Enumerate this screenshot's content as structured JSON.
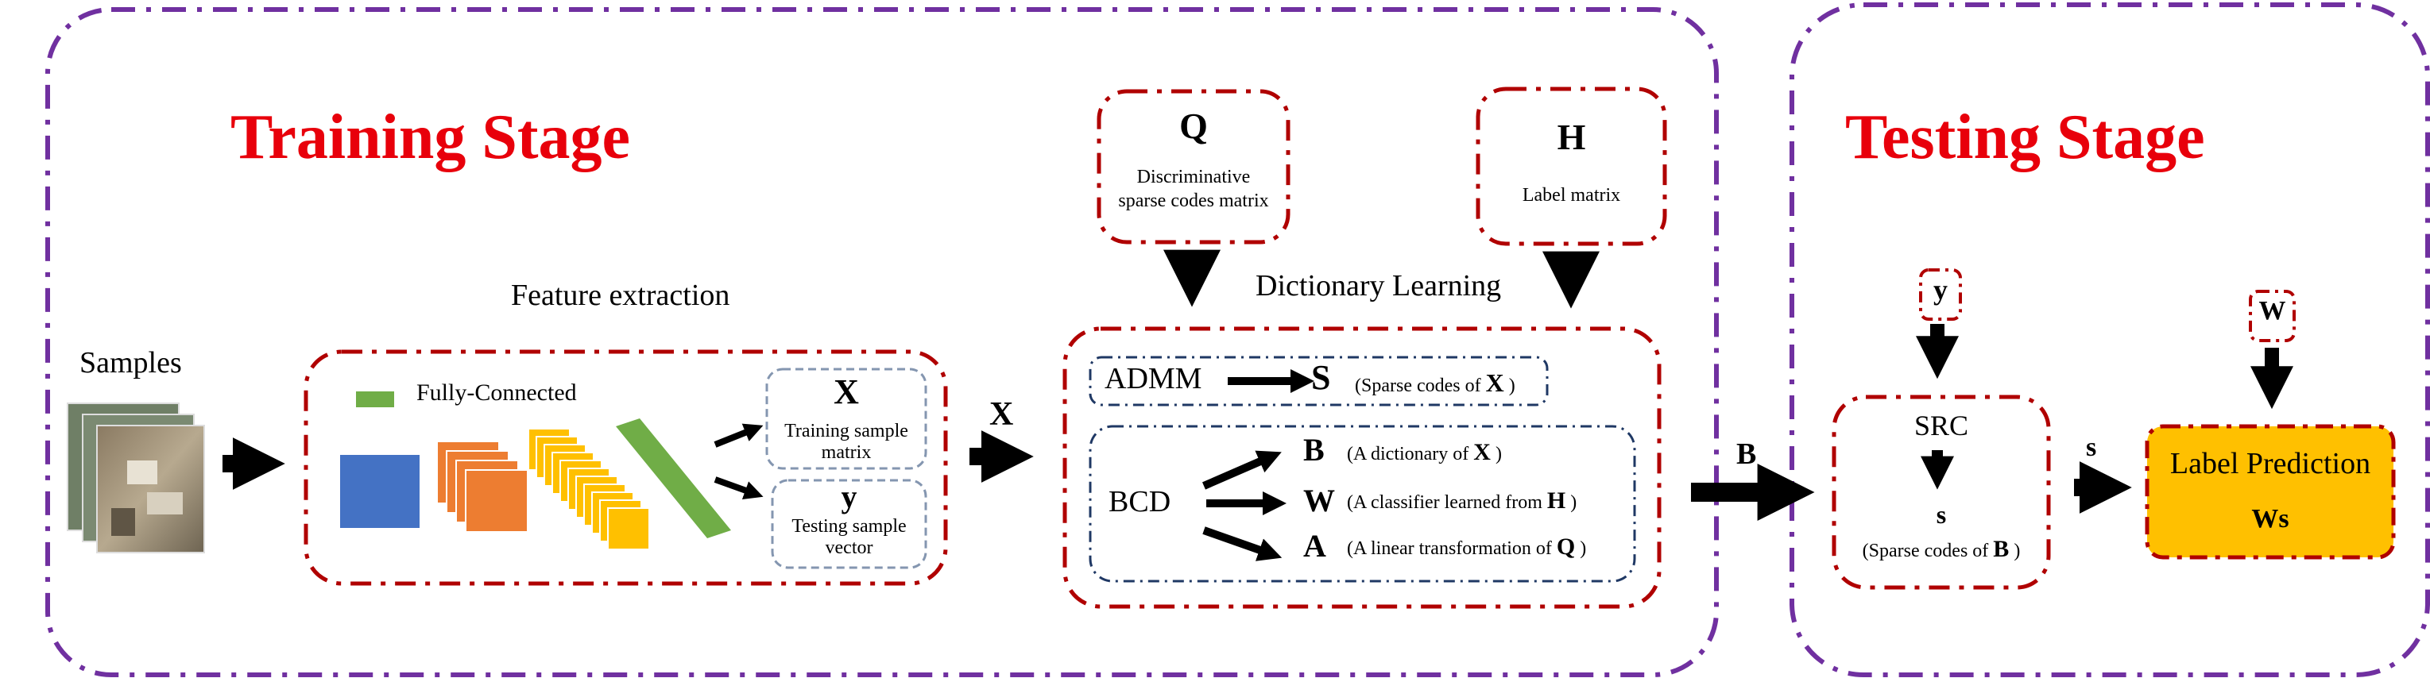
{
  "training": {
    "title": "Training Stage",
    "samples_label": "Samples",
    "feature_extraction_label": "Feature extraction",
    "fully_connected_label": "Fully-Connected",
    "x_box": {
      "symbol": "X",
      "line1": "Training sample",
      "line2": "matrix"
    },
    "y_box": {
      "symbol": "y",
      "line1": "Testing sample",
      "line2": "vector"
    },
    "x_arrow_label": "X",
    "q_box": {
      "symbol": "Q",
      "line1": "Discriminative",
      "line2": "sparse codes matrix"
    },
    "h_box": {
      "symbol": "H",
      "line1": "Label matrix"
    },
    "dictionary_learning_label": "Dictionary Learning",
    "admm": {
      "name": "ADMM",
      "symbol": "S",
      "desc_pre": "(Sparse codes of",
      "desc_sym": "X",
      "desc_post": ")"
    },
    "bcd": {
      "name": "BCD",
      "items": [
        {
          "symbol": "B",
          "desc_pre": "(A dictionary of",
          "desc_sym": "X",
          "desc_post": ")"
        },
        {
          "symbol": "W",
          "desc_pre": "(A classifier learned from",
          "desc_sym": "H",
          "desc_post": ")"
        },
        {
          "symbol": "A",
          "desc_pre": "(A linear transformation of",
          "desc_sym": "Q",
          "desc_post": ")"
        }
      ]
    },
    "b_arrow_label": "B"
  },
  "testing": {
    "title": "Testing Stage",
    "y_input": "y",
    "w_input": "W",
    "src": {
      "name": "SRC",
      "symbol": "s",
      "desc_pre": "(Sparse codes of",
      "desc_sym": "B",
      "desc_post": ")"
    },
    "s_arrow_label": "s",
    "label_prediction": {
      "title": "Label Prediction",
      "formula": "Ws"
    }
  },
  "colors": {
    "outer_border": "#7030a0",
    "box_border": "#b00000",
    "inner_border": "#1f3864",
    "stage_title": "#e8000b",
    "conv_blue": "#4472c4",
    "conv_orange": "#ed7d31",
    "conv_yellow": "#ffc000",
    "fc_green": "#70ad47",
    "prediction_fill": "#ffc000"
  }
}
